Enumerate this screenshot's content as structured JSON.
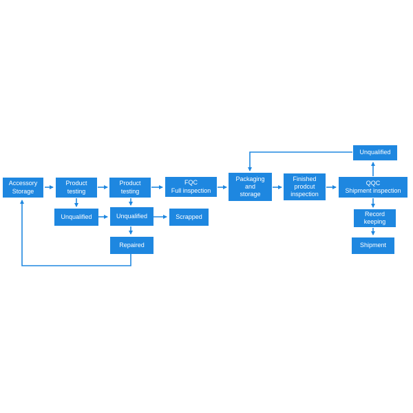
{
  "diagram": {
    "type": "flowchart",
    "subject": "product quality inspection process flow",
    "colors": {
      "node_fill": "#1E87E0",
      "node_text": "#FFFFFF",
      "connector": "#1E87E0",
      "background": "#FFFFFF"
    },
    "nodes": {
      "accessory_storage": {
        "label": "Accessory\nStorage"
      },
      "product_testing_1": {
        "label": "Product\ntesting"
      },
      "product_testing_2": {
        "label": "Product\ntesting"
      },
      "fqc_full_inspection": {
        "label": "FQC\nFull inspection"
      },
      "packaging_and_storage": {
        "label": "Packaging\nand\nstorage"
      },
      "finished_product_inspection": {
        "label": "Finished\nprodcut\ninspection"
      },
      "qqc_shipment_inspection": {
        "label": "QQC\nShipment inspection"
      },
      "unqualified_top": {
        "label": "Unqualified"
      },
      "record_keeping": {
        "label": "Record\nkeeping"
      },
      "shipment": {
        "label": "Shipment"
      },
      "unqualified_left": {
        "label": "Unqualified"
      },
      "unqualified_mid": {
        "label": "Unqualified"
      },
      "scrapped": {
        "label": "Scrapped"
      },
      "repaired": {
        "label": "Repaired"
      }
    },
    "edges": [
      {
        "from": "accessory_storage",
        "to": "product_testing_1"
      },
      {
        "from": "product_testing_1",
        "to": "product_testing_2"
      },
      {
        "from": "product_testing_2",
        "to": "fqc_full_inspection"
      },
      {
        "from": "fqc_full_inspection",
        "to": "packaging_and_storage"
      },
      {
        "from": "packaging_and_storage",
        "to": "finished_product_inspection"
      },
      {
        "from": "finished_product_inspection",
        "to": "qqc_shipment_inspection"
      },
      {
        "from": "product_testing_1",
        "to": "unqualified_left"
      },
      {
        "from": "product_testing_2",
        "to": "unqualified_mid"
      },
      {
        "from": "unqualified_left",
        "to": "unqualified_mid"
      },
      {
        "from": "unqualified_mid",
        "to": "scrapped"
      },
      {
        "from": "unqualified_mid",
        "to": "repaired"
      },
      {
        "from": "repaired",
        "to": "accessory_storage"
      },
      {
        "from": "qqc_shipment_inspection",
        "to": "unqualified_top"
      },
      {
        "from": "unqualified_top",
        "to": "packaging_and_storage"
      },
      {
        "from": "qqc_shipment_inspection",
        "to": "record_keeping"
      },
      {
        "from": "record_keeping",
        "to": "shipment"
      }
    ]
  }
}
